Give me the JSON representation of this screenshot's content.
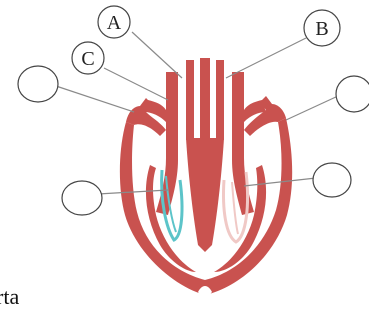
{
  "diagram": {
    "labels": {
      "a": "A",
      "b": "B",
      "c": "C"
    },
    "caption": "rta",
    "colors": {
      "muscle": "#c9524f",
      "muscle_dark": "#b24643",
      "valve_left": "#5cc4c9",
      "valve_right": "#f0c9c6",
      "leader_line": "#8a8a8a",
      "circle_stroke": "#444444"
    }
  }
}
